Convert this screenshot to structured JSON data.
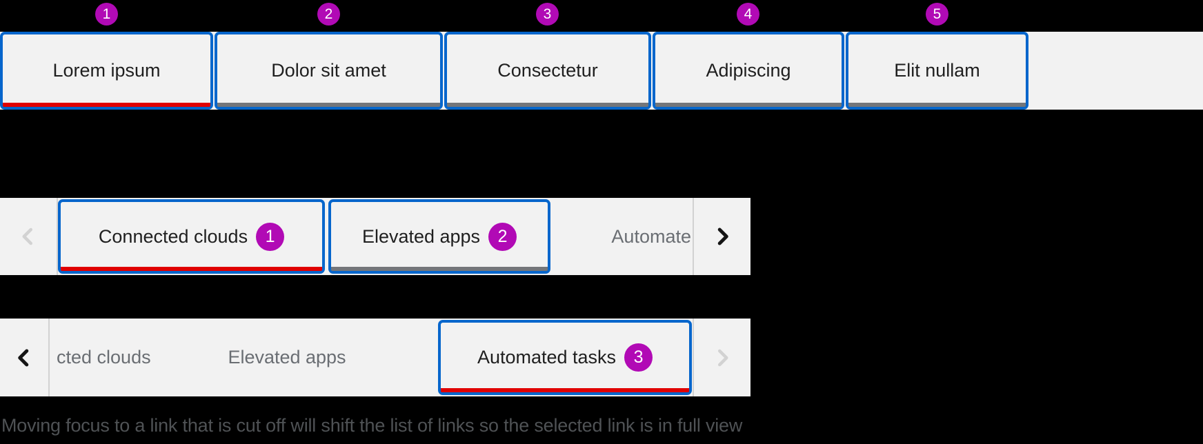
{
  "colors": {
    "annotation_blue": "#0666cc",
    "active_red": "#e00000",
    "inactive_gray": "#74767a",
    "badge_magenta": "#b10ab5",
    "row_bg": "#f2f2f2",
    "text_dark": "#1f1f1f",
    "text_muted": "#6a6e73",
    "divider_gray": "#d2d2d2",
    "chevron_disabled": "#d2d2d2",
    "chevron_enabled": "#151515",
    "caption_gray": "#4f5255"
  },
  "top_tab_bar": {
    "tabs": [
      {
        "label": "Lorem ipsum",
        "badge": "1",
        "state": "active"
      },
      {
        "label": "Dolor sit amet",
        "badge": "2",
        "state": "inactive"
      },
      {
        "label": "Consectetur",
        "badge": "3",
        "state": "inactive"
      },
      {
        "label": "Adipiscing",
        "badge": "4",
        "state": "inactive"
      },
      {
        "label": "Elit nullam",
        "badge": "5",
        "state": "inactive"
      }
    ]
  },
  "overflow_tab_bar_start": {
    "left_scroll": {
      "icon": "chevron-left-icon",
      "disabled": true
    },
    "tabs": [
      {
        "label": "Connected clouds",
        "badge": "1",
        "state": "active"
      },
      {
        "label": "Elevated apps",
        "badge": "2",
        "state": "inactive"
      },
      {
        "label": "Automate",
        "cut_off": true
      }
    ],
    "right_scroll": {
      "icon": "chevron-right-icon",
      "disabled": false
    }
  },
  "overflow_tab_bar_end": {
    "left_scroll": {
      "icon": "chevron-left-icon",
      "disabled": false
    },
    "tabs": [
      {
        "label": "cted clouds",
        "cut_off": true
      },
      {
        "label": "Elevated apps"
      },
      {
        "label": "Automated tasks",
        "badge": "3",
        "state": "active"
      }
    ],
    "right_scroll": {
      "icon": "chevron-right-icon",
      "disabled": true
    }
  },
  "caption": "Moving focus to a link that is cut off will shift the list of links so the selected link is in full view"
}
